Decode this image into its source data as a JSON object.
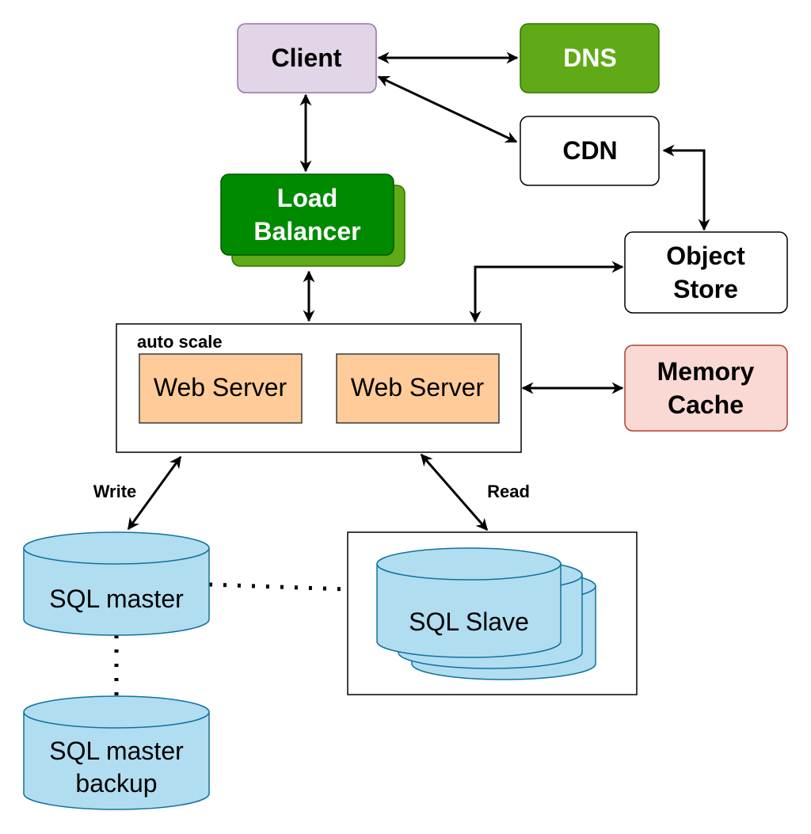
{
  "nodes": {
    "client": {
      "label": "Client",
      "fill": "#e1d5e7",
      "stroke": "#9673a6"
    },
    "dns": {
      "label": "DNS",
      "fill": "#60a917",
      "stroke": "#2d7600"
    },
    "cdn": {
      "label": "CDN",
      "fill": "#ffffff",
      "stroke": "#000000"
    },
    "load_balancer": {
      "line1": "Load",
      "line2": "Balancer",
      "fill": "#008a00",
      "stroke": "#005700",
      "shadow_fill": "#60a917"
    },
    "object_store": {
      "line1": "Object",
      "line2": "Store",
      "fill": "#ffffff",
      "stroke": "#000000"
    },
    "memory_cache": {
      "line1": "Memory",
      "line2": "Cache",
      "fill": "#fad9d5",
      "stroke": "#ae4132"
    },
    "auto_scale": {
      "label": "auto scale"
    },
    "web_server_1": {
      "label": "Web Server",
      "fill": "#ffcc99",
      "stroke": "#36393d"
    },
    "web_server_2": {
      "label": "Web Server",
      "fill": "#ffcc99",
      "stroke": "#36393d"
    },
    "sql_master": {
      "label": "SQL master",
      "fill": "#b1ddf0",
      "stroke": "#10739e"
    },
    "sql_master_backup": {
      "line1": "SQL master",
      "line2": "backup",
      "fill": "#b1ddf0",
      "stroke": "#10739e"
    },
    "sql_slave": {
      "label": "SQL Slave",
      "fill": "#b1ddf0",
      "stroke": "#10739e"
    }
  },
  "edges": {
    "write_label": "Write",
    "read_label": "Read"
  }
}
